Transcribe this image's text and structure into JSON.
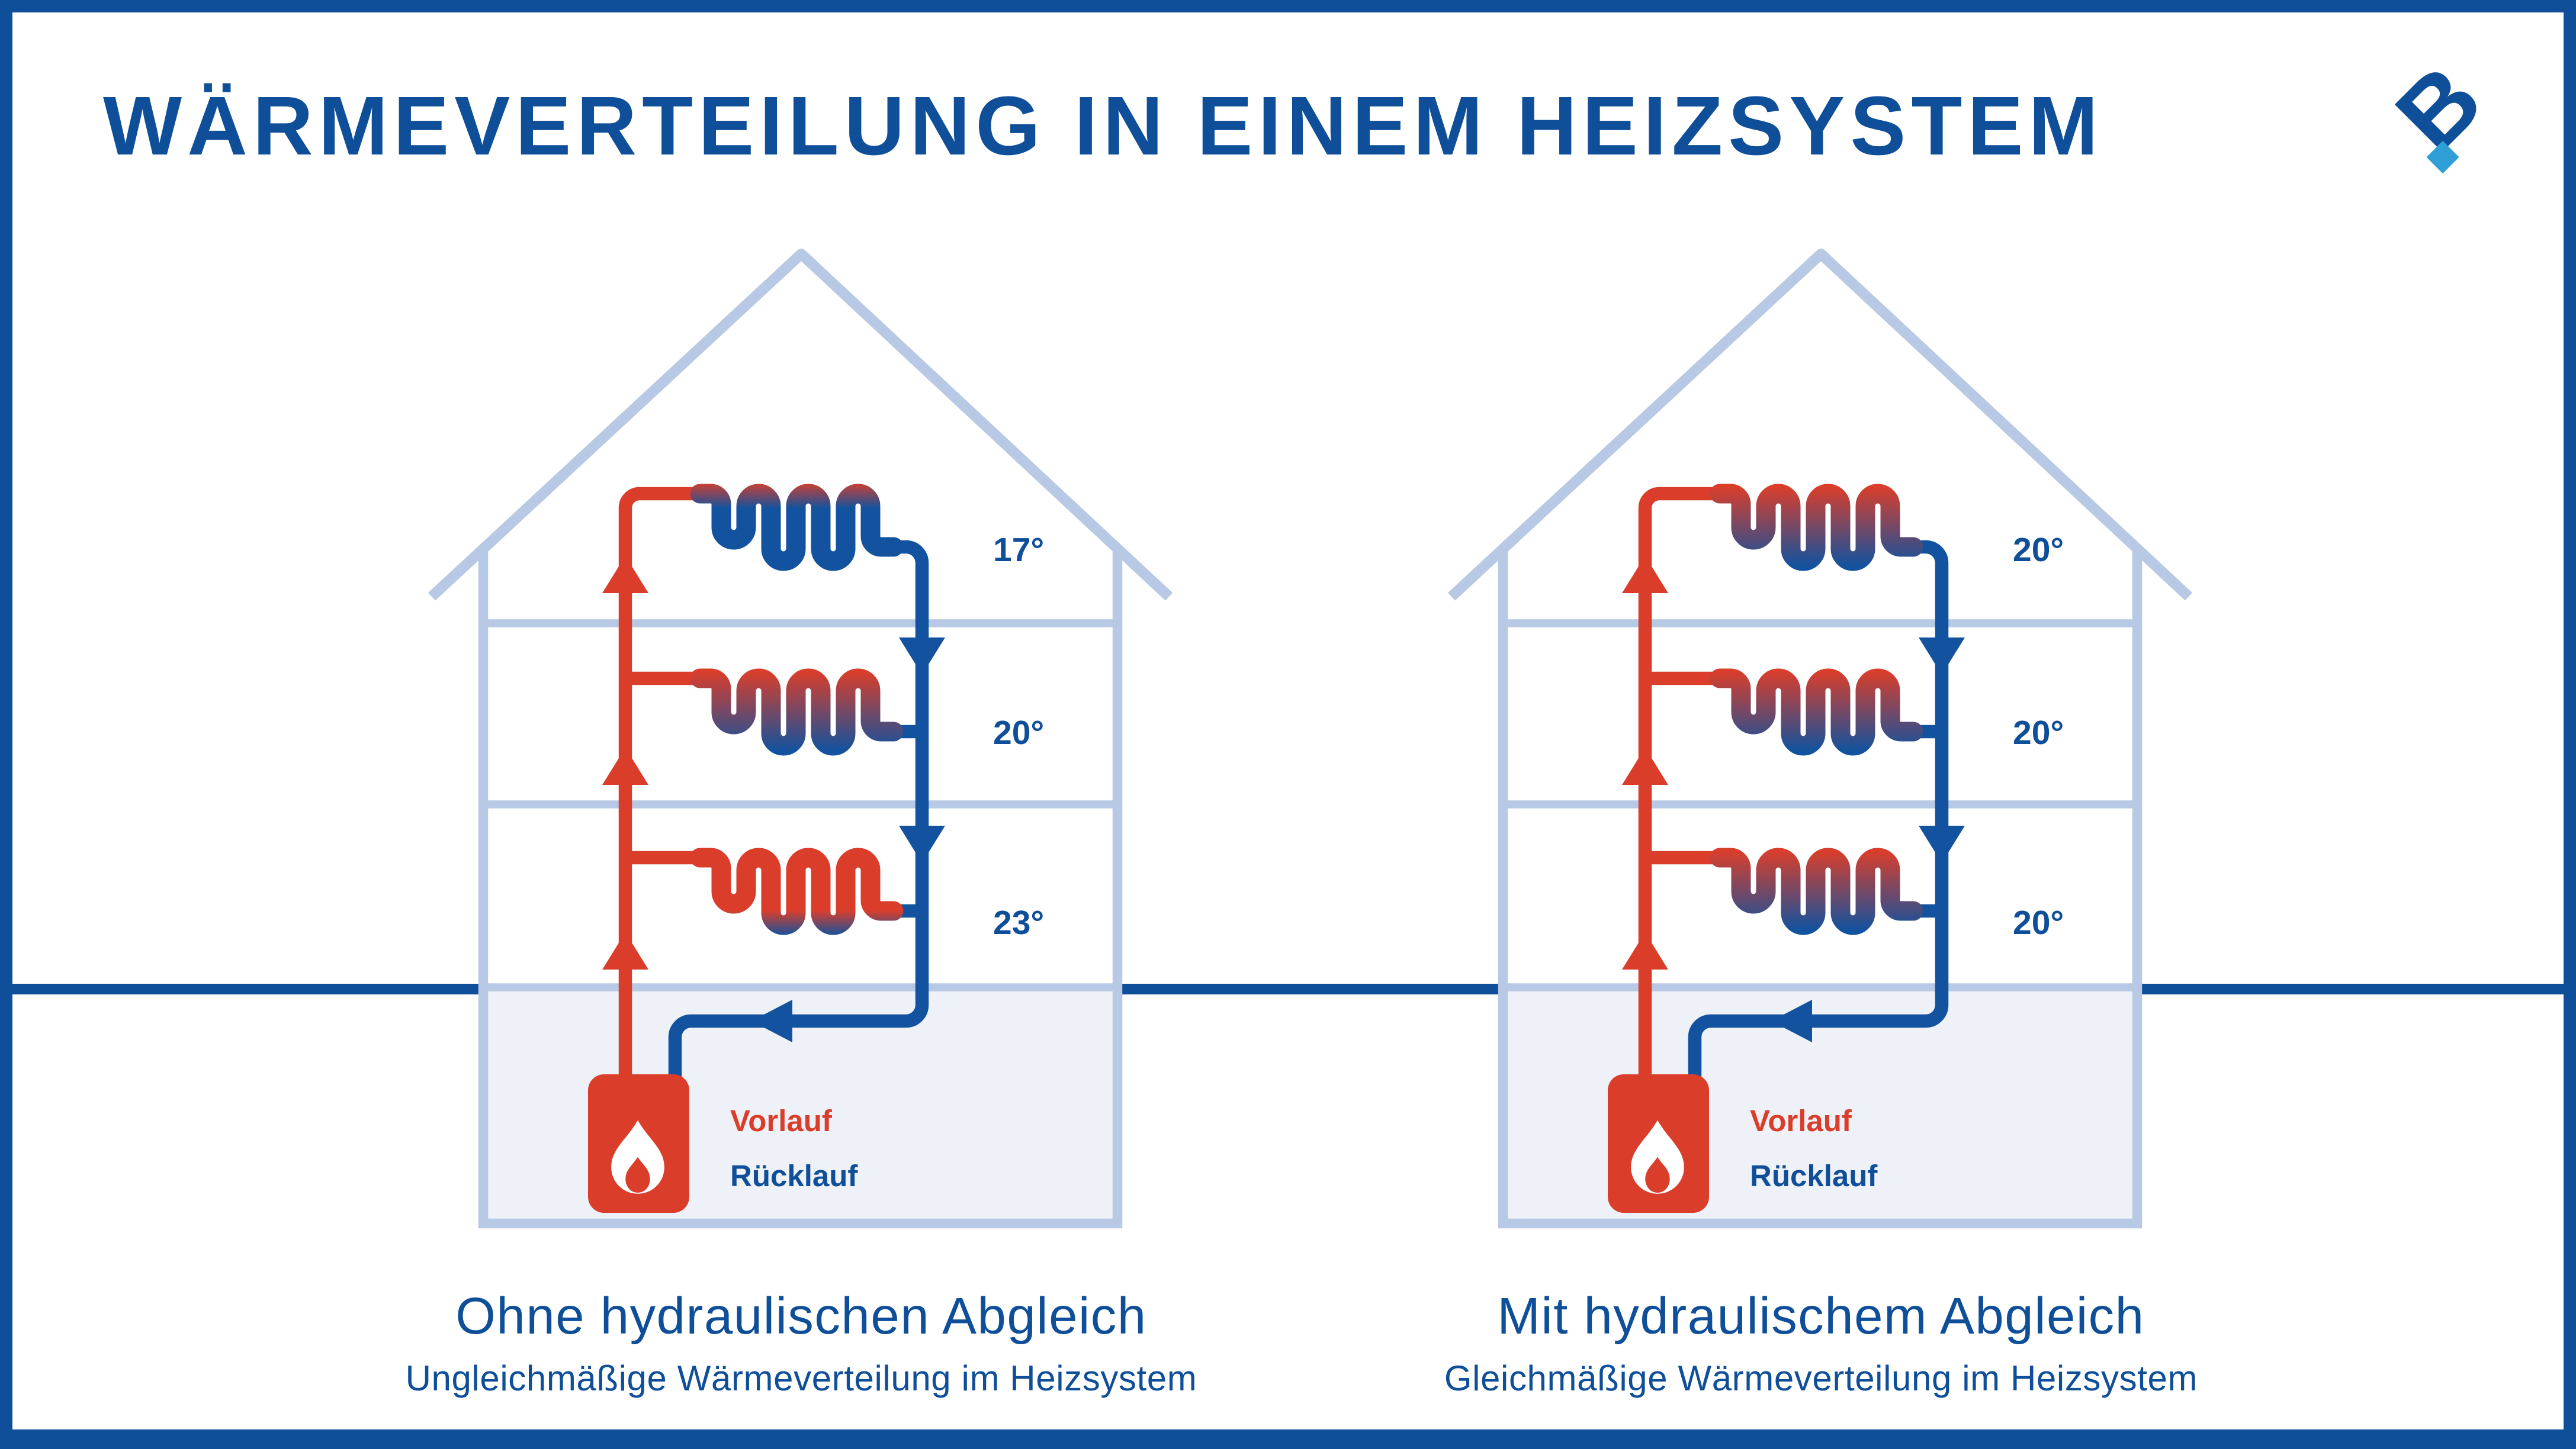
{
  "title": "WÄRMEVERTEILUNG IN EINEM HEIZSYSTEM",
  "logo": {
    "letter": "B"
  },
  "colors": {
    "dark_blue": "#0F4E98",
    "pipe_blue": "#12529E",
    "red": "#DA3E2B",
    "light_blue": "#B7C9E4",
    "basement_bg": "#EEF1F7",
    "logo_accent": "#2F9FD8",
    "flame_white": "#FFFFFF"
  },
  "panels": [
    {
      "caption": "Ohne hydraulischen Abgleich",
      "subcaption": "Ungleichmäßige Wärmeverteilung im Heizsystem",
      "supply_label": "Vorlauf",
      "return_label": "Rücklauf",
      "floors": [
        {
          "temperature": "17°",
          "heat_profile": "cold"
        },
        {
          "temperature": "20°",
          "heat_profile": "medium"
        },
        {
          "temperature": "23°",
          "heat_profile": "hot"
        }
      ]
    },
    {
      "caption": "Mit hydraulischem Abgleich",
      "subcaption": "Gleichmäßige Wärmeverteilung im Heizsystem",
      "supply_label": "Vorlauf",
      "return_label": "Rücklauf",
      "floors": [
        {
          "temperature": "20°",
          "heat_profile": "medium"
        },
        {
          "temperature": "20°",
          "heat_profile": "medium"
        },
        {
          "temperature": "20°",
          "heat_profile": "medium"
        }
      ]
    }
  ]
}
